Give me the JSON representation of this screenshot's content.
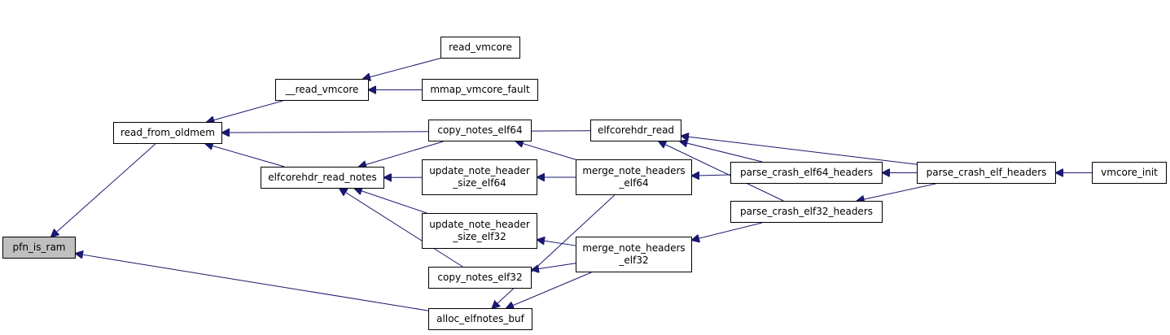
{
  "nodes": {
    "pfn_is_ram": {
      "label": [
        "pfn_is_ram"
      ],
      "current": true
    },
    "read_from_oldmem": {
      "label": [
        "read_from_oldmem"
      ]
    },
    "__read_vmcore": {
      "label": [
        "__read_vmcore"
      ]
    },
    "read_vmcore": {
      "label": [
        "read_vmcore"
      ]
    },
    "mmap_vmcore_fault": {
      "label": [
        "mmap_vmcore_fault"
      ]
    },
    "elfcorehdr_read_notes": {
      "label": [
        "elfcorehdr_read_notes"
      ]
    },
    "copy_notes_elf64": {
      "label": [
        "copy_notes_elf64"
      ]
    },
    "update_note_header_size_elf64": {
      "label": [
        "update_note_header",
        "_size_elf64"
      ]
    },
    "update_note_header_size_elf32": {
      "label": [
        "update_note_header",
        "_size_elf32"
      ]
    },
    "copy_notes_elf32": {
      "label": [
        "copy_notes_elf32"
      ]
    },
    "alloc_elfnotes_buf": {
      "label": [
        "alloc_elfnotes_buf"
      ]
    },
    "elfcorehdr_read": {
      "label": [
        "elfcorehdr_read"
      ]
    },
    "merge_note_headers_elf64": {
      "label": [
        "merge_note_headers",
        "_elf64"
      ]
    },
    "merge_note_headers_elf32": {
      "label": [
        "merge_note_headers",
        "_elf32"
      ]
    },
    "parse_crash_elf64_headers": {
      "label": [
        "parse_crash_elf64_headers"
      ]
    },
    "parse_crash_elf32_headers": {
      "label": [
        "parse_crash_elf32_headers"
      ]
    },
    "parse_crash_elf_headers": {
      "label": [
        "parse_crash_elf_headers"
      ]
    },
    "vmcore_init": {
      "label": [
        "vmcore_init"
      ]
    }
  },
  "edges": [
    {
      "from": "read_from_oldmem",
      "to": "pfn_is_ram"
    },
    {
      "from": "alloc_elfnotes_buf",
      "to": "pfn_is_ram"
    },
    {
      "from": "__read_vmcore",
      "to": "read_from_oldmem"
    },
    {
      "from": "elfcorehdr_read_notes",
      "to": "read_from_oldmem"
    },
    {
      "from": "elfcorehdr_read",
      "to": "read_from_oldmem"
    },
    {
      "from": "read_vmcore",
      "to": "__read_vmcore"
    },
    {
      "from": "mmap_vmcore_fault",
      "to": "__read_vmcore"
    },
    {
      "from": "copy_notes_elf64",
      "to": "elfcorehdr_read_notes"
    },
    {
      "from": "update_note_header_size_elf64",
      "to": "elfcorehdr_read_notes"
    },
    {
      "from": "update_note_header_size_elf32",
      "to": "elfcorehdr_read_notes"
    },
    {
      "from": "copy_notes_elf32",
      "to": "elfcorehdr_read_notes"
    },
    {
      "from": "merge_note_headers_elf64",
      "to": "copy_notes_elf64"
    },
    {
      "from": "merge_note_headers_elf64",
      "to": "update_note_header_size_elf64"
    },
    {
      "from": "merge_note_headers_elf32",
      "to": "update_note_header_size_elf32"
    },
    {
      "from": "merge_note_headers_elf32",
      "to": "copy_notes_elf32"
    },
    {
      "from": "merge_note_headers_elf64",
      "to": "alloc_elfnotes_buf"
    },
    {
      "from": "merge_note_headers_elf32",
      "to": "alloc_elfnotes_buf"
    },
    {
      "from": "parse_crash_elf64_headers",
      "to": "elfcorehdr_read"
    },
    {
      "from": "parse_crash_elf32_headers",
      "to": "elfcorehdr_read"
    },
    {
      "from": "parse_crash_elf_headers",
      "to": "elfcorehdr_read"
    },
    {
      "from": "parse_crash_elf64_headers",
      "to": "merge_note_headers_elf64"
    },
    {
      "from": "parse_crash_elf32_headers",
      "to": "merge_note_headers_elf32"
    },
    {
      "from": "parse_crash_elf_headers",
      "to": "parse_crash_elf64_headers"
    },
    {
      "from": "parse_crash_elf_headers",
      "to": "parse_crash_elf32_headers"
    },
    {
      "from": "vmcore_init",
      "to": "parse_crash_elf_headers"
    }
  ]
}
